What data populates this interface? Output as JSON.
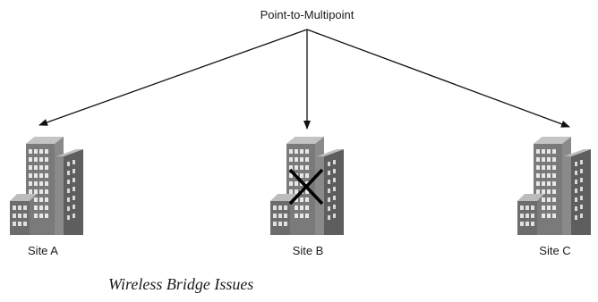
{
  "diagram": {
    "root_label": "Point-to-Multipoint",
    "sites": [
      {
        "label": "Site A",
        "status": "connected"
      },
      {
        "label": "Site B",
        "status": "failed"
      },
      {
        "label": "Site C",
        "status": "connected"
      }
    ],
    "caption": "Wireless Bridge Issues"
  },
  "colors": {
    "line": "#111111",
    "building_front": "#7a7a7a",
    "building_side": "#4d4d4d",
    "building_top": "#b8b8b8",
    "window": "#e8e8e8",
    "failure_mark": "#000000"
  }
}
